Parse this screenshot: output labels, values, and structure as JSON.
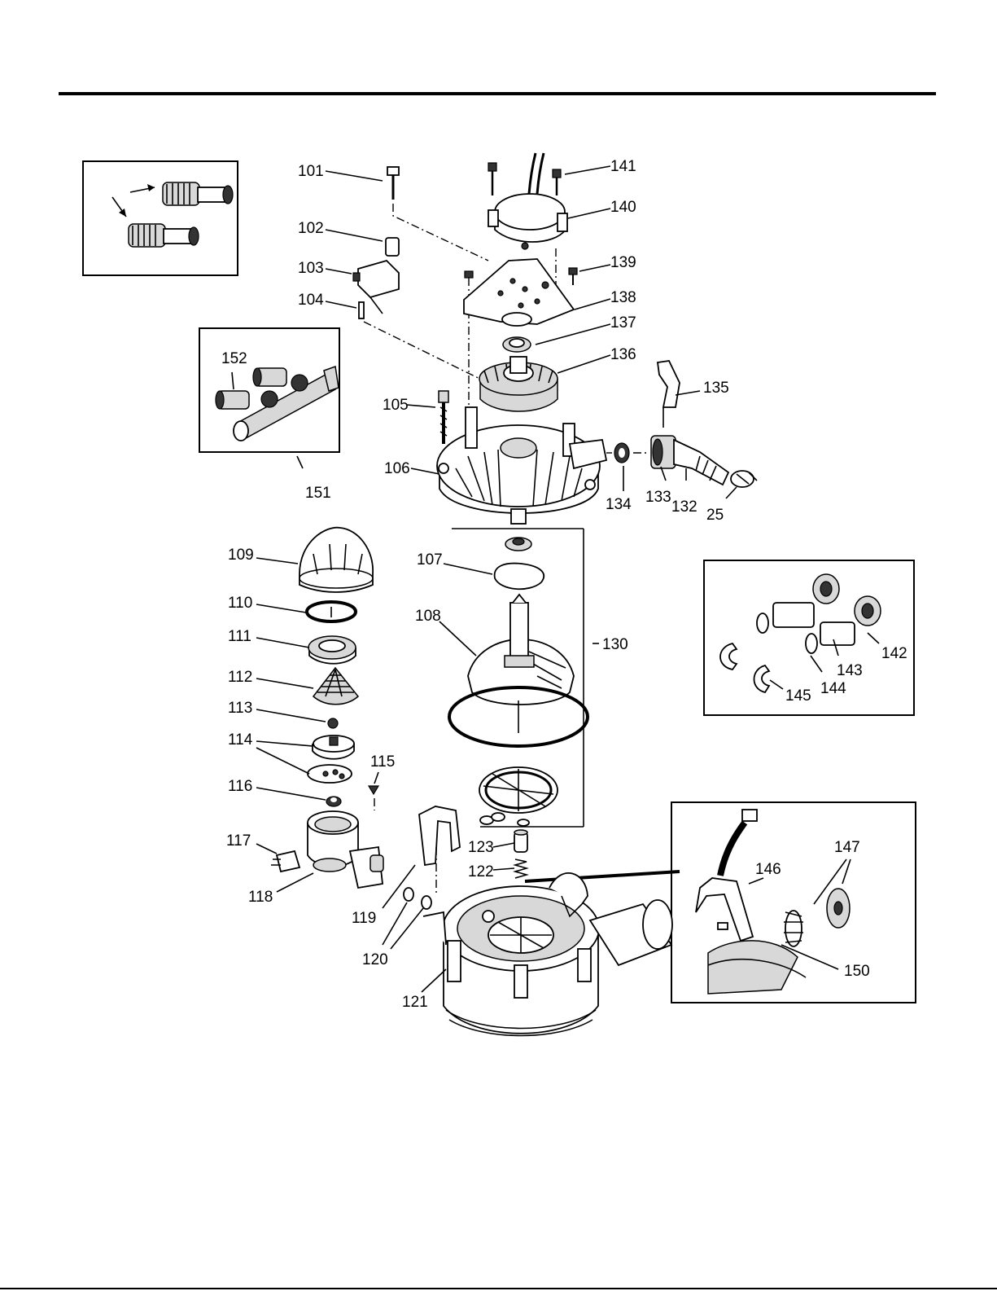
{
  "labels": {
    "l101": "101",
    "l102": "102",
    "l103": "103",
    "l104": "104",
    "l105": "105",
    "l106": "106",
    "l107": "107",
    "l108": "108",
    "l109": "109",
    "l110": "110",
    "l111": "111",
    "l112": "112",
    "l113": "113",
    "l114": "114",
    "l115": "115",
    "l116": "116",
    "l117": "117",
    "l118": "118",
    "l119": "119",
    "l120": "120",
    "l121": "121",
    "l122": "122",
    "l123": "123",
    "l130": "130",
    "l132": "132",
    "l133": "133",
    "l134": "134",
    "l135": "135",
    "l136": "136",
    "l137": "137",
    "l138": "138",
    "l139": "139",
    "l140": "140",
    "l141": "141",
    "l142": "142",
    "l143": "143",
    "l144": "144",
    "l145": "145",
    "l146": "146",
    "l147": "147",
    "l150": "150",
    "l151": "151",
    "l152": "152",
    "l25": "25"
  }
}
